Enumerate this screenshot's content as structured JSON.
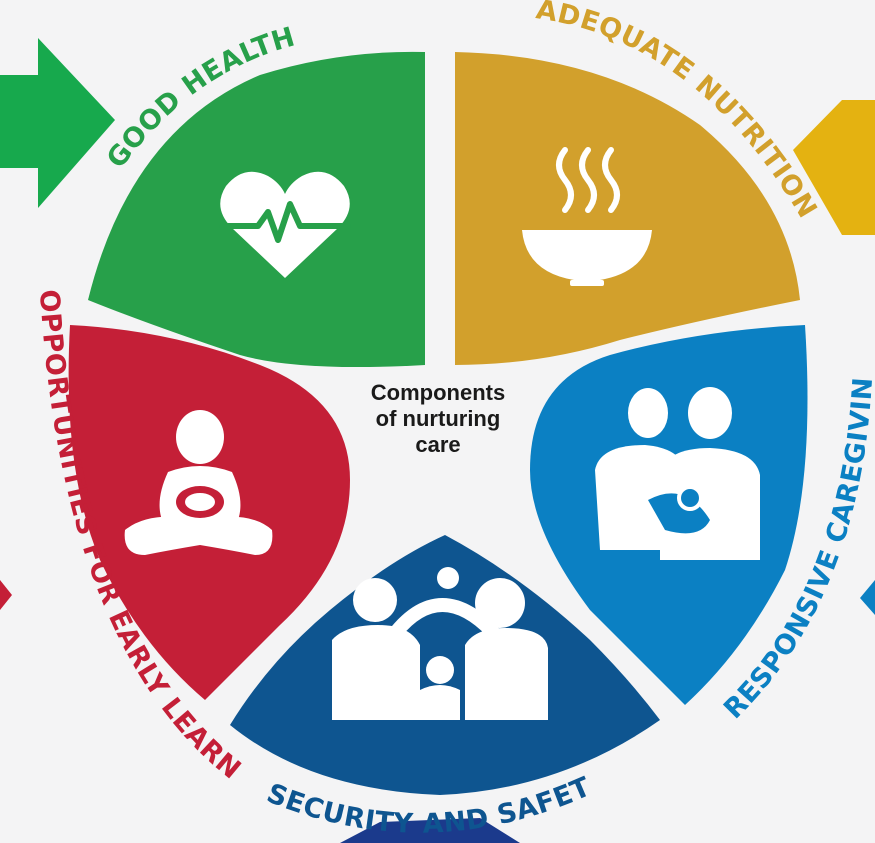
{
  "center": {
    "line1": "Components",
    "line2": "of nurturing",
    "line3": "care"
  },
  "components": [
    {
      "id": "good-health",
      "label": "GOOD HEALTH",
      "color": "#27a04a",
      "icon": "heart-pulse-icon"
    },
    {
      "id": "adequate-nutrition",
      "label": "ADEQUATE NUTRITION",
      "color": "#d2a02c",
      "icon": "steaming-bowl-icon"
    },
    {
      "id": "responsive-caregiving",
      "label": "RESPONSIVE CAREGIVING",
      "color": "#0b80c3",
      "icon": "caregivers-with-baby-icon"
    },
    {
      "id": "security-and-safety",
      "label": "SECURITY AND SAFETY",
      "color": "#0e5590",
      "icon": "family-shelter-icon"
    },
    {
      "id": "opportunities-early-learning",
      "label": "OPPORTUNITIES FOR EARLY LEARNING",
      "color": "#c41f37",
      "icon": "child-playing-icon"
    }
  ],
  "arrow_colors": {
    "left": "#17a94d",
    "right": "#e4b211",
    "bottom": "#1b3a8c",
    "left_small": "#c41f37",
    "right_small": "#0b80c3"
  }
}
